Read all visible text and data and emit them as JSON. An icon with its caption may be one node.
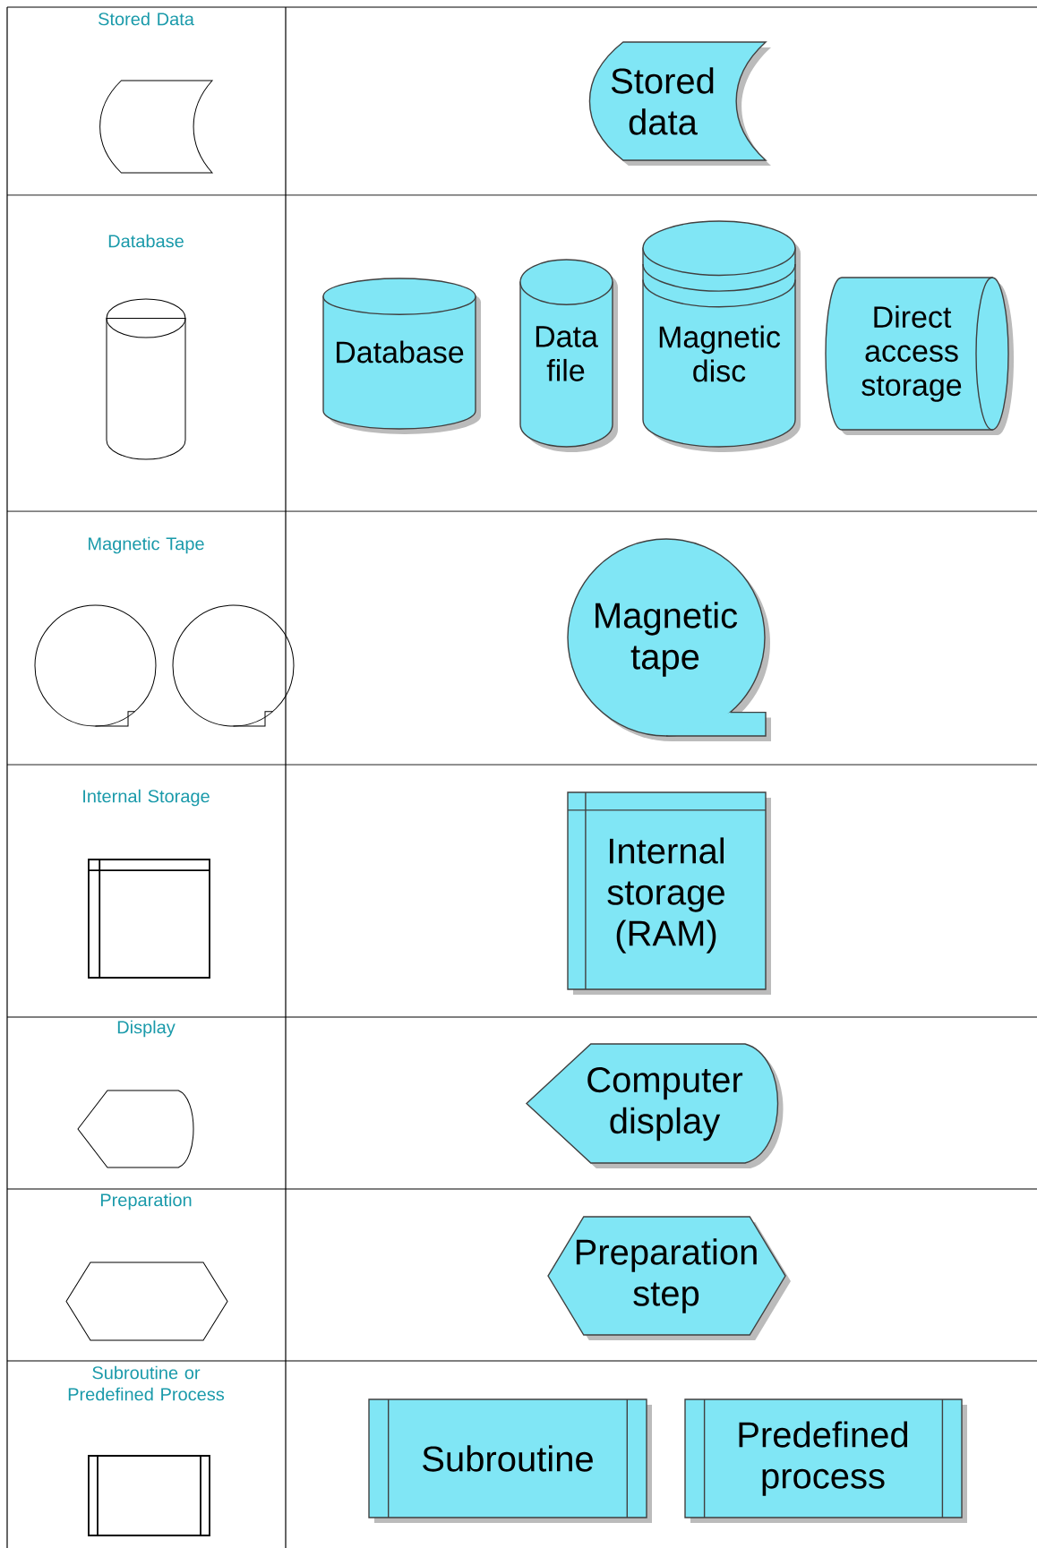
{
  "diagram": {
    "nodes": [
      {
        "text": [],
        "shape": "stored-data"
      },
      {
        "text": [
          "Stored data"
        ]
      },
      {
        "text": [],
        "shape": "cylinder"
      },
      {
        "text": [
          "Database"
        ]
      },
      {
        "text": [
          "Data file"
        ]
      },
      {
        "text": [
          "Magnetic disc"
        ]
      },
      {
        "text": [
          "Direct access storage"
        ]
      },
      {
        "text": [],
        "shape": "tape"
      },
      {
        "text": [],
        "shape": "tape"
      },
      {
        "text": [
          "Magnetic tape"
        ]
      },
      {
        "text": [],
        "shape": "internal-storage"
      },
      {
        "text": [
          "Internal storage (RAM)"
        ]
      },
      {
        "text": [],
        "shape": "display"
      },
      {
        "text": [
          "Computer display"
        ]
      },
      {
        "text": [],
        "shape": "hexagon"
      },
      {
        "text": [
          "Preparation step"
        ]
      },
      {
        "text": [],
        "shape": "subroutine"
      },
      {
        "text": [
          "Subroutine"
        ]
      },
      {
        "text": [
          "Predefined process"
        ]
      }
    ],
    "labels": [
      "Stored Data",
      "Database",
      "Magnetic Tape",
      "Internal Storage",
      "Display",
      "Preparation",
      "Subroutine or Predefined Process"
    ]
  }
}
